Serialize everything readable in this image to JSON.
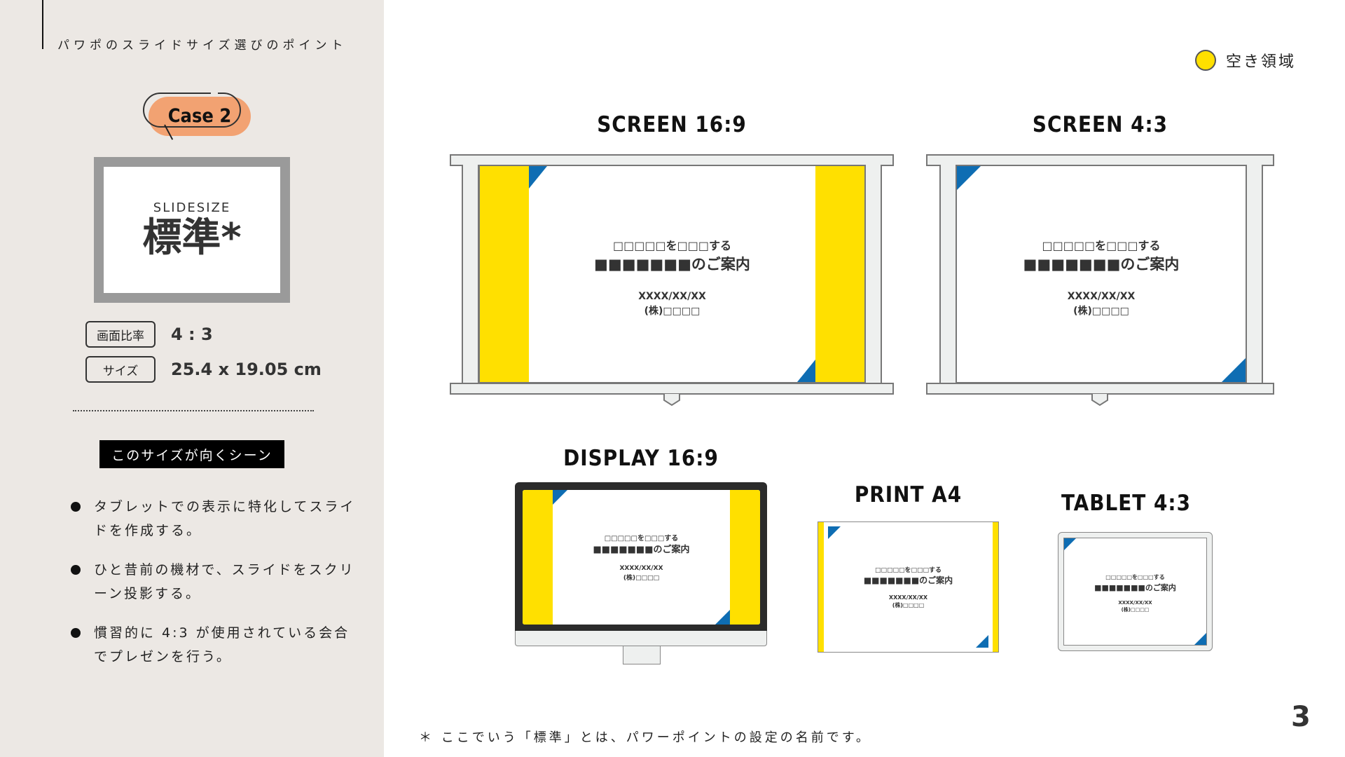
{
  "sidebar": {
    "heading": "パワポのスライドサイズ選びのポイント",
    "case_badge": "Case 2",
    "card": {
      "sub": "SLIDESIZE",
      "main": "標準*"
    },
    "specs": [
      {
        "tag": "画面比率",
        "value": "4 : 3"
      },
      {
        "tag": "サイズ",
        "value": "25.4 x 19.05 cm"
      }
    ],
    "scene_label": "このサイズが向くシーン",
    "bullets": [
      "タブレットでの表示に特化してスライドを作成する。",
      "ひと昔前の機材で、スライドをスクリーン投影する。",
      "慣習的に 4:3 が使用されている会合でプレゼンを行う。"
    ]
  },
  "legend": {
    "label": "空き領域",
    "color": "#ffe000"
  },
  "colors": {
    "accent_yellow": "#ffe000",
    "accent_blue": "#0e6db3",
    "badge_orange": "#f2a272",
    "panel_bg": "#ece8e4"
  },
  "slide_sample": {
    "line1": "□□□□□を□□□する",
    "line2": "■■■■■■■のご案内",
    "line3": "XXXX/XX/XX",
    "line4": "(株)□□□□"
  },
  "devices": {
    "screen169": {
      "title": "SCREEN 16:9"
    },
    "screen43": {
      "title": "SCREEN 4:3"
    },
    "display169": {
      "title": "DISPLAY 16:9"
    },
    "printa4": {
      "title": "PRINT A4"
    },
    "tablet43": {
      "title": "TABLET 4:3"
    }
  },
  "footnote": "＊ ここでいう「標準」とは、パワーポイントの設定の名前です。",
  "page_number": "3"
}
